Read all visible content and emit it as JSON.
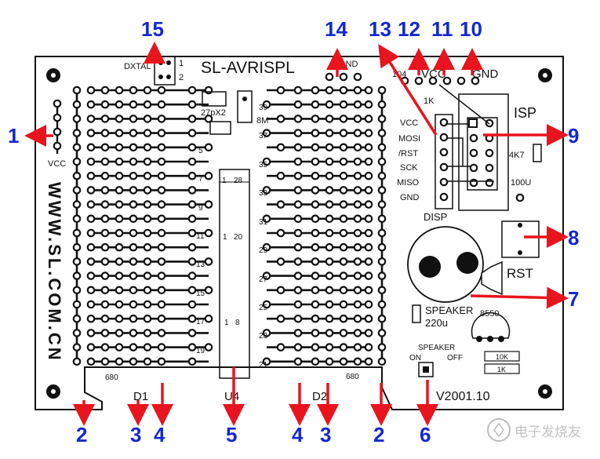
{
  "board": {
    "title": "SL-AVRISPL",
    "website": "WWW.SL.COM.CN",
    "version": "V2001.10",
    "dxtal": "DXTAL",
    "crystal_cap": "27pX2",
    "crystal_freq": "8M",
    "gnd_top": "GND",
    "vcc_top": "VCC",
    "gnd_top_right": "GND",
    "cap_104": "104",
    "res_1k": "1K",
    "vcc_left": "VCC",
    "res_4k7": "4K7",
    "cap_100u": "100U",
    "isp": "ISP",
    "disp": "DISP",
    "rst": "RST",
    "speaker": "SPEAKER",
    "cap_220u": "220u",
    "transistor": "8550",
    "speaker_switch": "SPEAKER",
    "on": "ON",
    "off": "OFF",
    "res_10k": "10K",
    "res_1k_b": "1K",
    "res_680_left": "680",
    "res_680_right": "680",
    "d1": "D1",
    "d2": "D2",
    "u4": "U4",
    "j1_pin1": "1",
    "j1_pin2": "2",
    "ic_pin1": "1",
    "ic_pin28": "28",
    "ic2_pin1": "1",
    "ic2_pin20": "20",
    "ic3_pin1": "1",
    "ic3_pin8": "8",
    "isp_pins": [
      "VCC",
      "MOSI",
      "/RST",
      "SCK",
      "MISO",
      "GND"
    ],
    "left_pin_numbers": [
      "5",
      "7",
      "9",
      "11",
      "13",
      "15",
      "17",
      "19"
    ],
    "right_pin_numbers": [
      "39",
      "37",
      "35",
      "33",
      "31",
      "29",
      "27",
      "25",
      "23",
      "21"
    ]
  },
  "callouts": [
    {
      "label": "1"
    },
    {
      "label": "2"
    },
    {
      "label": "3"
    },
    {
      "label": "4"
    },
    {
      "label": "5"
    },
    {
      "label": "4"
    },
    {
      "label": "3"
    },
    {
      "label": "2"
    },
    {
      "label": "6"
    },
    {
      "label": "7"
    },
    {
      "label": "8"
    },
    {
      "label": "9"
    },
    {
      "label": "10"
    },
    {
      "label": "11"
    },
    {
      "label": "12"
    },
    {
      "label": "13"
    },
    {
      "label": "14"
    },
    {
      "label": "15"
    }
  ],
  "watermark": "电子发烧友",
  "colors": {
    "callout_number": "#1428d0",
    "arrow": "#e8141e",
    "board_line": "#111111"
  }
}
